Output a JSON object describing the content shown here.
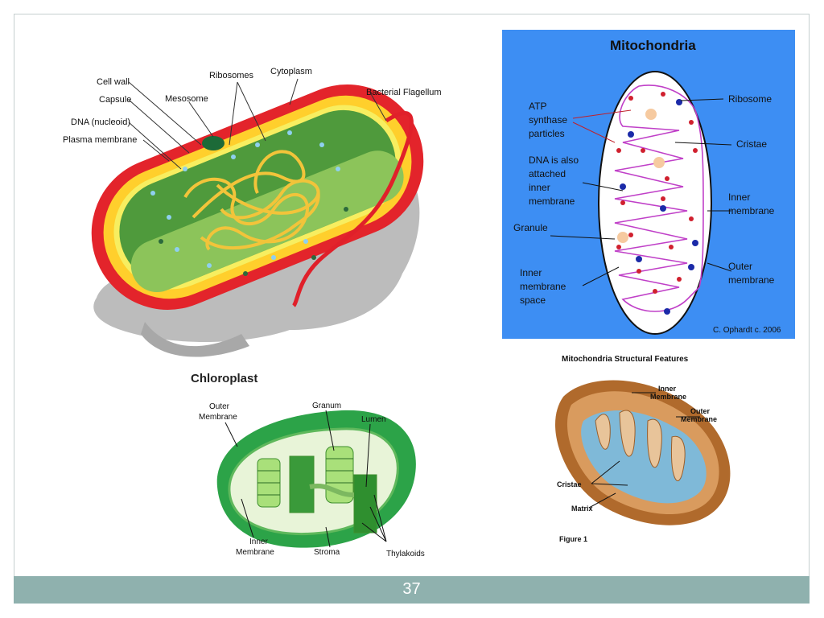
{
  "slide": {
    "page_number": "37",
    "colors": {
      "footer": "#8fb1ae",
      "panel_blue": "#3d8ef3",
      "membrane_purple": "#b030c0",
      "cell_red": "#e0202a"
    }
  },
  "bacterial_cell": {
    "labels": {
      "cell_wall": "Cell wall",
      "capsule": "Capsule",
      "dna": "DNA (nucleoid)",
      "plasma_membrane": "Plasma membrane",
      "mesosome": "Mesosome",
      "ribosomes": "Ribosomes",
      "cytoplasm": "Cytoplasm",
      "flagellum": "Bacterial Flagellum"
    }
  },
  "mitochondria_diagram": {
    "title": "Mitochondria",
    "labels": {
      "atp_1": "ATP",
      "atp_2": "synthase",
      "atp_3": "particles",
      "dna_1": "DNA is also",
      "dna_2": "attached",
      "dna_3": "inner",
      "dna_4": "membrane",
      "granule": "Granule",
      "ims_1": "Inner",
      "ims_2": "membrane",
      "ims_3": "space",
      "ribosome": "Ribosome",
      "cristae": "Cristae",
      "inner_1": "Inner",
      "inner_2": "membrane",
      "outer_1": "Outer",
      "outer_2": "membrane"
    },
    "credit": "C. Ophardt c. 2006"
  },
  "chloroplast": {
    "title": "Chloroplast",
    "labels": {
      "outer_1": "Outer",
      "outer_2": "Membrane",
      "granum": "Granum",
      "lumen": "Lumen",
      "inner_1": "Inner",
      "inner_2": "Membrane",
      "stroma": "Stroma",
      "thylakoids": "Thylakoids"
    }
  },
  "mito_structural": {
    "title": "Mitochondria Structural Features",
    "labels": {
      "inner_1": "Inner",
      "inner_2": "Membrane",
      "outer_1": "Outer",
      "outer_2": "Membrane",
      "cristae": "Cristae",
      "matrix": "Matrix"
    },
    "caption": "Figure 1"
  }
}
